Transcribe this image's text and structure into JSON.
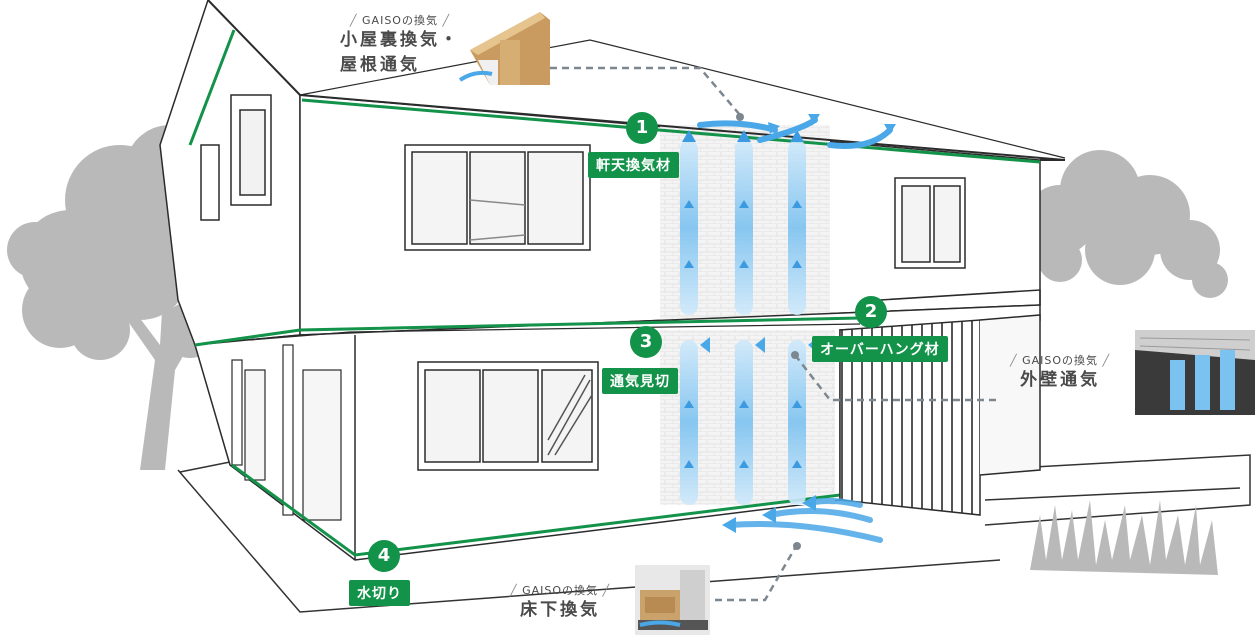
{
  "callouts": [
    {
      "id": "attic",
      "prefix": "GAISOの換気",
      "lines": [
        "小屋裏換気・",
        "屋根通気"
      ]
    },
    {
      "id": "wall",
      "prefix": "GAISOの換気",
      "lines": [
        "外壁通気"
      ]
    },
    {
      "id": "floor",
      "prefix": "GAISOの換気",
      "lines": [
        "床下換気"
      ]
    }
  ],
  "parts": [
    {
      "num": "1",
      "label": "軒天換気材"
    },
    {
      "num": "2",
      "label": "オーバーハング材"
    },
    {
      "num": "3",
      "label": "通気見切"
    },
    {
      "num": "4",
      "label": "水切り"
    }
  ],
  "colors": {
    "accent": "#13924a",
    "airflow": "#4aa8e8",
    "line": "#2b2b2b",
    "tree": "#b9b9b9",
    "dashed": "#7d8790"
  }
}
